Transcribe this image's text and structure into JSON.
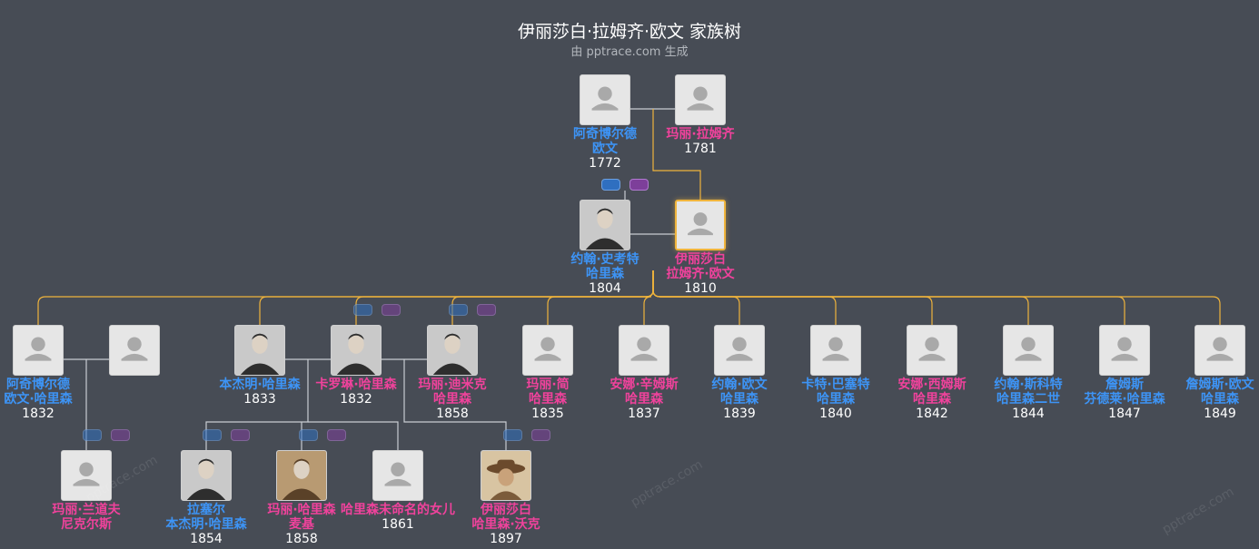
{
  "header": {
    "title": "伊丽莎白·拉姆齐·欧文 家族树",
    "subtitle": "由 pptrace.com 生成"
  },
  "watermark": "pptrace.com",
  "colors": {
    "male": "#3d94f6",
    "female": "#f0429c",
    "line_selected": "#f0b43c",
    "line": "#c8ccd2",
    "background": "#474c55"
  },
  "people": [
    {
      "id": "archibald_sr",
      "name_lines": [
        "阿奇博尔德",
        "欧文"
      ],
      "year": "1772",
      "gender": "m",
      "photo": "placeholder"
    },
    {
      "id": "mary_ramsay",
      "name_lines": [
        "玛丽·拉姆齐"
      ],
      "year": "1781",
      "gender": "f",
      "photo": "placeholder"
    },
    {
      "id": "john_scott",
      "name_lines": [
        "约翰·史考特",
        "哈里森"
      ],
      "year": "1804",
      "gender": "m",
      "photo": "portrait"
    },
    {
      "id": "elizabeth",
      "name_lines": [
        "伊丽莎白",
        "拉姆齐·欧文"
      ],
      "year": "1810",
      "gender": "f",
      "photo": "placeholder",
      "selected": true
    },
    {
      "id": "archibald_ih",
      "name_lines": [
        "阿奇博尔德",
        "欧文·哈里森"
      ],
      "year": "1832",
      "gender": "m",
      "photo": "placeholder"
    },
    {
      "id": "spouse_a",
      "name_lines": [
        ""
      ],
      "year": "",
      "gender": "f",
      "photo": "placeholder"
    },
    {
      "id": "benjamin",
      "name_lines": [
        "本杰明·哈里森"
      ],
      "year": "1833",
      "gender": "m",
      "photo": "portrait"
    },
    {
      "id": "caroline",
      "name_lines": [
        "卡罗琳·哈里森"
      ],
      "year": "1832",
      "gender": "f",
      "photo": "portrait"
    },
    {
      "id": "mary_dimmick",
      "name_lines": [
        "玛丽·迪米克",
        "哈里森"
      ],
      "year": "1858",
      "gender": "f",
      "photo": "portrait"
    },
    {
      "id": "mary_jane",
      "name_lines": [
        "玛丽·简",
        "哈里森"
      ],
      "year": "1835",
      "gender": "f",
      "photo": "placeholder"
    },
    {
      "id": "anna_symmes",
      "name_lines": [
        "安娜·辛姆斯",
        "哈里森"
      ],
      "year": "1837",
      "gender": "f",
      "photo": "placeholder"
    },
    {
      "id": "john_irwin",
      "name_lines": [
        "约翰·欧文",
        "哈里森"
      ],
      "year": "1839",
      "gender": "m",
      "photo": "placeholder"
    },
    {
      "id": "carter",
      "name_lines": [
        "卡特·巴塞特",
        "哈里森"
      ],
      "year": "1840",
      "gender": "m",
      "photo": "placeholder"
    },
    {
      "id": "anna_simmes",
      "name_lines": [
        "安娜·西姆斯",
        "哈里森"
      ],
      "year": "1842",
      "gender": "f",
      "photo": "placeholder"
    },
    {
      "id": "john_scott_ii",
      "name_lines": [
        "约翰·斯科特",
        "哈里森二世"
      ],
      "year": "1844",
      "gender": "m",
      "photo": "placeholder"
    },
    {
      "id": "james_f",
      "name_lines": [
        "詹姆斯",
        "芬德莱·哈里森"
      ],
      "year": "1847",
      "gender": "m",
      "photo": "placeholder"
    },
    {
      "id": "james_i",
      "name_lines": [
        "詹姆斯·欧文",
        "哈里森"
      ],
      "year": "1849",
      "gender": "m",
      "photo": "placeholder"
    },
    {
      "id": "mary_randolph",
      "name_lines": [
        "玛丽·兰道夫",
        "尼克尔斯"
      ],
      "year": "",
      "gender": "f",
      "photo": "placeholder"
    },
    {
      "id": "russell",
      "name_lines": [
        "拉塞尔",
        "本杰明·哈里森"
      ],
      "year": "1854",
      "gender": "m",
      "photo": "portrait"
    },
    {
      "id": "mary_mckee",
      "name_lines": [
        "玛丽·哈里森",
        "麦基"
      ],
      "year": "1858",
      "gender": "f",
      "photo": "portrait"
    },
    {
      "id": "unnamed_daughter",
      "name_lines": [
        "哈里森未命名的女儿"
      ],
      "year": "1861",
      "gender": "f",
      "photo": "placeholder"
    },
    {
      "id": "elizabeth_walker",
      "name_lines": [
        "伊丽莎白",
        "哈里森·沃克"
      ],
      "year": "1897",
      "gender": "f",
      "photo": "portrait"
    }
  ]
}
